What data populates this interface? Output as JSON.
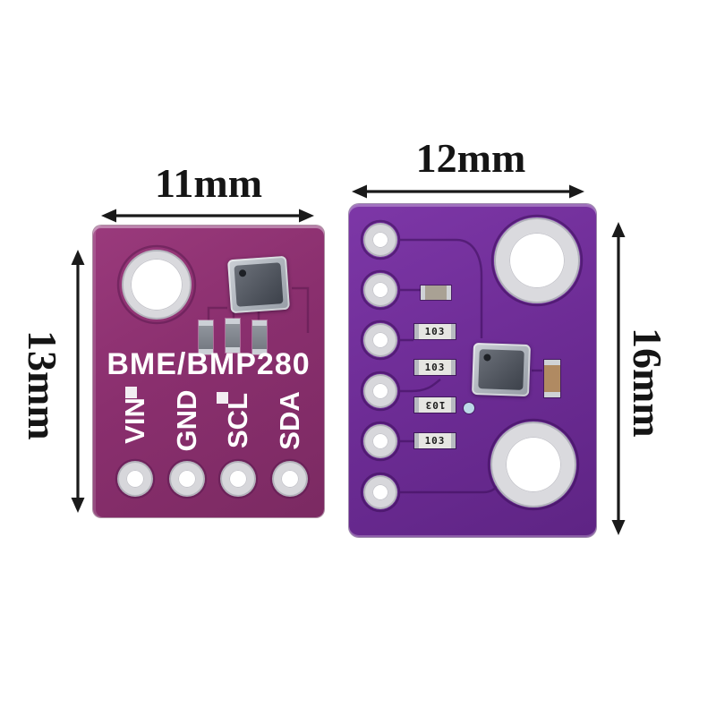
{
  "annotations": {
    "left_board_width": "11mm",
    "left_board_height": "13mm",
    "right_board_width": "12mm",
    "right_board_height": "16mm"
  },
  "left_board": {
    "title": "BME/BMP280",
    "pins": [
      "VIN",
      "GND",
      "SCL",
      "SDA"
    ]
  },
  "right_board": {
    "resistors": [
      "103",
      "103",
      "103",
      "103"
    ]
  },
  "colors": {
    "pcb_left": "#8a2f6e",
    "pcb_right": "#6d2c95",
    "silkscreen": "#ffffff",
    "pad_ring": "#d7d7db",
    "annotation_text": "#151515"
  }
}
